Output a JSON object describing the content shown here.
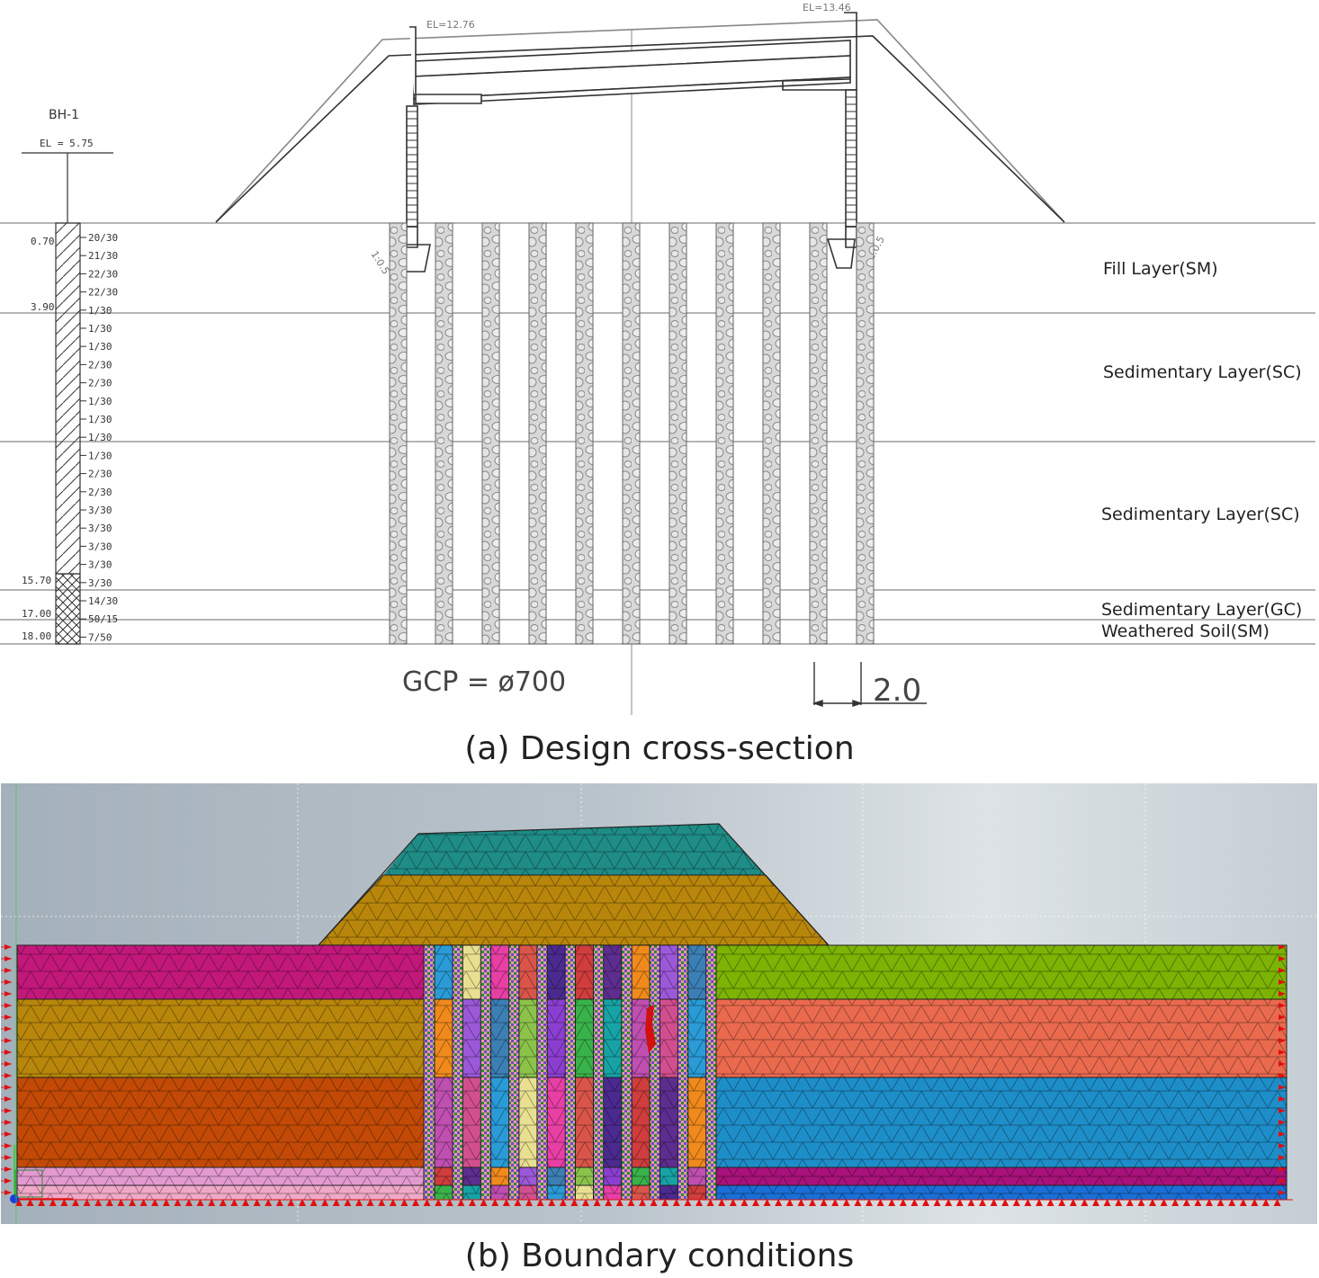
{
  "borehole": {
    "name": "BH-1",
    "elevation_label": "EL = 5.75",
    "depth_labels": [
      "0.70",
      "3.90",
      "15.70",
      "17.00",
      "18.00"
    ],
    "spt_values": [
      "20/30",
      "21/30",
      "22/30",
      "22/30",
      "1/30",
      "1/30",
      "1/30",
      "2/30",
      "2/30",
      "1/30",
      "1/30",
      "1/30",
      "1/30",
      "2/30",
      "2/30",
      "3/30",
      "3/30",
      "3/30",
      "3/30",
      "3/30",
      "14/30",
      "50/15",
      "7/50"
    ]
  },
  "bridge": {
    "left_elevation": "EL=12.76",
    "right_elevation": "EL=13.46",
    "slope_labels": [
      "1:0.5",
      "1:0.5"
    ]
  },
  "layers": [
    "Fill Layer(SM)",
    "Sedimentary Layer(SC)",
    "Sedimentary Layer(SC)",
    "Sedimentary Layer(GC)",
    "Weathered Soil(SM)"
  ],
  "gcp_label": "GCP = ø700",
  "spacing_label": "2.0",
  "captions": {
    "top": "(a) Design cross-section",
    "bottom": "(b) Boundary conditions"
  },
  "fem_colors": {
    "embankment_top": "#1f8c86",
    "embankment_bottom": "#b8860b",
    "left_layers": [
      "#c2187a",
      "#b8860b",
      "#c24a06",
      "#e39ad0",
      "#f0a8c8"
    ],
    "right_layers": [
      "#7cb304",
      "#ea6a4e",
      "#1e8ec9",
      "#a8127a",
      "#1a6fd6"
    ],
    "column_palette": [
      "#2a9bd6",
      "#8b3fd1",
      "#5d2d8f",
      "#e8e090",
      "#39b24a",
      "#f08a1c",
      "#e83fa5",
      "#17a3a6",
      "#9b59d9",
      "#d9554a",
      "#bf4fb0",
      "#3c7fb5",
      "#4b2a90",
      "#d24f8f",
      "#8bc34a",
      "#cf3d3d"
    ],
    "boundary_marker": "#e01010"
  }
}
